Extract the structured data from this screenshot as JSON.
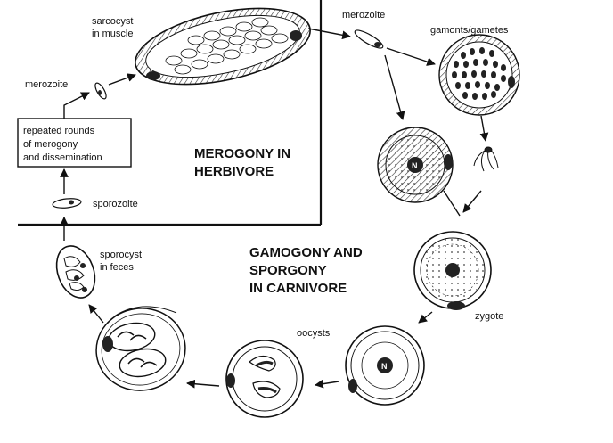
{
  "labels": {
    "sarcocyst_line1": "sarcocyst",
    "sarcocyst_line2": "in muscle",
    "merozoite_left": "merozoite",
    "merozoite_right": "merozoite",
    "gamonts": "gamonts/gametes",
    "box_line1": "repeated rounds",
    "box_line2": "of merogony",
    "box_line3": "and dissemination",
    "sporozoite": "sporozoite",
    "sporocyst_line1": "sporocyst",
    "sporocyst_line2": "in feces",
    "zygote": "zygote",
    "oocysts": "oocysts",
    "nucleus_a": "N",
    "nucleus_b": "N"
  },
  "titles": {
    "merogony_line1": "MEROGONY IN",
    "merogony_line2": "HERBIVORE",
    "gamogony_line1": "GAMOGONY AND",
    "gamogony_line2": "SPORGONY",
    "gamogony_line3": "IN CARNIVORE"
  }
}
